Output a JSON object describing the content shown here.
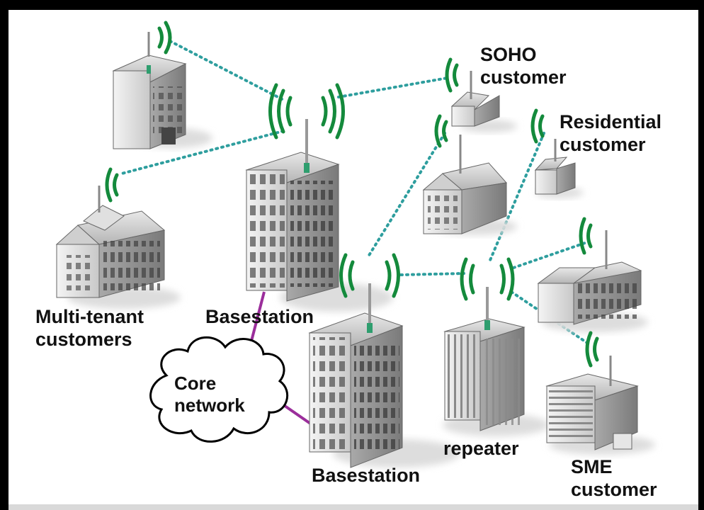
{
  "labels": {
    "soho": "SOHO\ncustomer",
    "residential": "Residential\ncustomer",
    "multi_tenant": "Multi-tenant\ncustomers",
    "basestation_top": "Basestation",
    "basestation_bottom": "Basestation",
    "core_network": "Core\nnetwork",
    "repeater": "repeater",
    "sme": "SME\ncustomer"
  },
  "colors": {
    "wireless_link": "#2e9e9e",
    "wired_link": "#9b2e9b",
    "signal": "#148a3c",
    "frame": "#000000"
  }
}
